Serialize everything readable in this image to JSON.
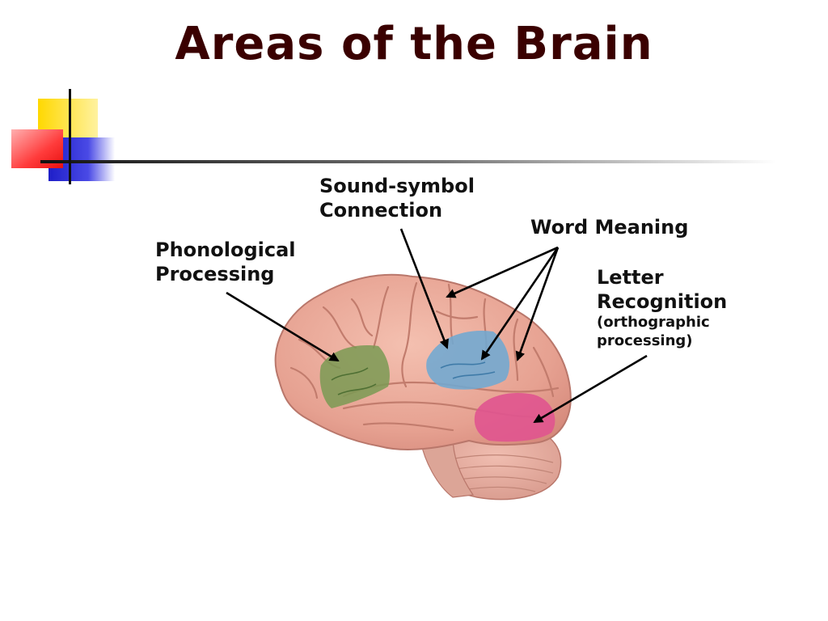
{
  "slide": {
    "title": "Areas of the Brain"
  },
  "labels": {
    "phonological": {
      "line1": "Phonological",
      "line2": "Processing"
    },
    "sound_symbol": {
      "line1": "Sound-symbol",
      "line2": "Connection"
    },
    "word_meaning": {
      "line1": "Word Meaning"
    },
    "letter_recognition": {
      "line1": "Letter",
      "line2": "Recognition",
      "line3": "(orthographic",
      "line4": "processing)"
    }
  },
  "colors": {
    "title": "#3a0000",
    "brain_base": "#e6a191",
    "brain_fold": "#c9776a",
    "phonological_region": "#7a9a54",
    "sound_symbol_region": "#6fa8d2",
    "letter_region": "#e0548f",
    "decor_yellow": "#ffd800",
    "decor_red": "#ff3b3b",
    "decor_blue": "#2b2bd6"
  },
  "icons": {
    "decor": "corner-squares-decoration",
    "brain": "brain-illustration"
  }
}
